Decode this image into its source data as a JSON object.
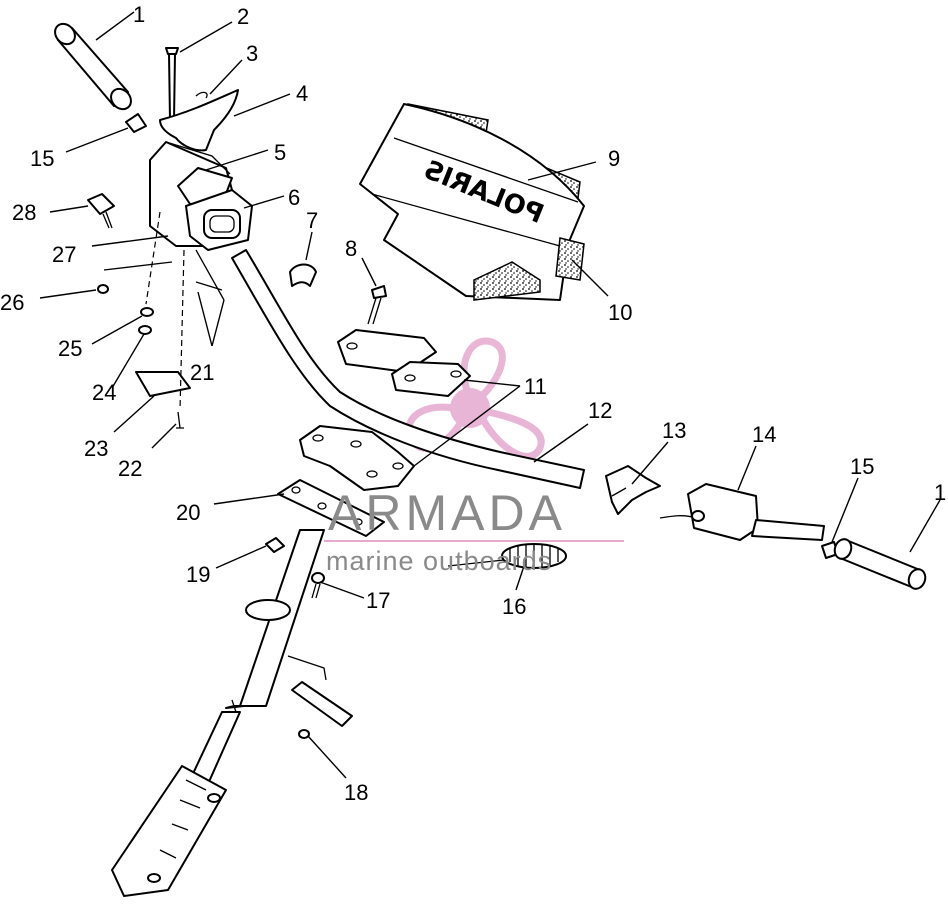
{
  "diagram": {
    "brand_decal": "POLARIS",
    "callouts": [
      {
        "id": "c1a",
        "label": "1"
      },
      {
        "id": "c2",
        "label": "2"
      },
      {
        "id": "c3",
        "label": "3"
      },
      {
        "id": "c4",
        "label": "4"
      },
      {
        "id": "c15a",
        "label": "15"
      },
      {
        "id": "c5",
        "label": "5"
      },
      {
        "id": "c6",
        "label": "6"
      },
      {
        "id": "c28",
        "label": "28"
      },
      {
        "id": "c27",
        "label": "27"
      },
      {
        "id": "c7",
        "label": "7"
      },
      {
        "id": "c8",
        "label": "8"
      },
      {
        "id": "c9",
        "label": "9"
      },
      {
        "id": "c10",
        "label": "10"
      },
      {
        "id": "c26",
        "label": "26"
      },
      {
        "id": "c25",
        "label": "25"
      },
      {
        "id": "c21",
        "label": "21"
      },
      {
        "id": "c24",
        "label": "24"
      },
      {
        "id": "c11",
        "label": "11"
      },
      {
        "id": "c12",
        "label": "12"
      },
      {
        "id": "c23",
        "label": "23"
      },
      {
        "id": "c13",
        "label": "13"
      },
      {
        "id": "c14",
        "label": "14"
      },
      {
        "id": "c22",
        "label": "22"
      },
      {
        "id": "c15b",
        "label": "15"
      },
      {
        "id": "c1b",
        "label": "1"
      },
      {
        "id": "c20",
        "label": "20"
      },
      {
        "id": "c19",
        "label": "19"
      },
      {
        "id": "c17",
        "label": "17"
      },
      {
        "id": "c16",
        "label": "16"
      },
      {
        "id": "c18",
        "label": "18"
      }
    ]
  },
  "watermark": {
    "title": "ARMADA",
    "subtitle": "marine outboards",
    "logo_color": "#e6a9cf",
    "text_color": "#8a8a8a"
  }
}
